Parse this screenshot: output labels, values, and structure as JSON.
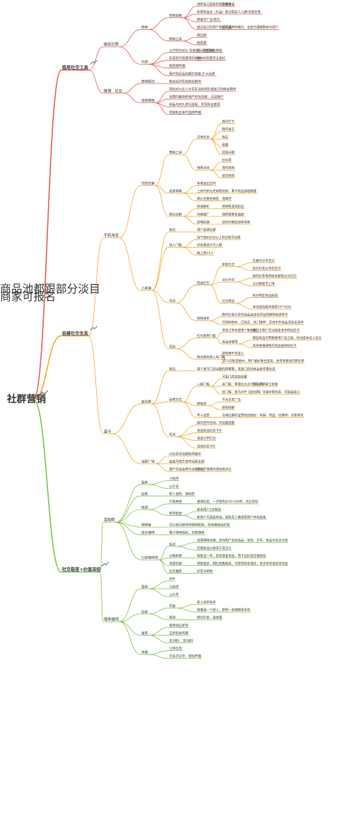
{
  "colors": {
    "root": "#222222",
    "social_tools": "#e8574f",
    "self_built": "#f5a623",
    "traffic": "#7cc244",
    "text": "#333333"
  },
  "root": "社群营销",
  "branches": [
    {
      "key": "social_tools",
      "label": "借用社交工具",
      "children": [
        {
          "label": "微信社群",
          "children": [
            {
              "label": "微商",
              "children": [
                {
                  "label": "营销策略",
                  "children": [
                    {
                      "label": "培养自己固定的用户群体",
                      "children": [
                        {
                          "label": "朋友亲戚"
                        }
                      ]
                    },
                    {
                      "label": "利用利益点（礼品）吸引陌生人入群/添加好友"
                    },
                    {
                      "label": "携着式广告/软文"
                    },
                    {
                      "label": "通过自己的用户发展代理",
                      "children": [
                        {
                          "label": "既是品牌传播方，也是代理销售商与用户"
                        }
                      ]
                    }
                  ]
                },
                {
                  "label": "营销工具",
                  "children": [
                    {
                      "label": "微信群"
                    },
                    {
                      "label": "朋友圈"
                    }
                  ]
                }
              ]
            },
            {
              "label": "代购",
              "children": [
                {
                  "label": "以代购为KOL 向朋友与亲戚辐射",
                  "children": [
                    {
                      "label": "有一定的信任基础"
                    }
                  ]
                },
                {
                  "label": "形成有代购需求的群体",
                  "children": [
                    {
                      "label": "有共同的需求与爱好"
                    }
                  ]
                },
                {
                  "label": "朋友圈传播"
                },
                {
                  "label": "用户购买后向群外发散 扩大社群"
                }
              ]
            }
          ]
        },
        {
          "label": "微博、社区",
          "children": [
            {
              "label": "营销模式",
              "children": [
                {
                  "label": "粉丝经济形成粉丝群体"
                }
              ]
            },
            {
              "label": "营销策略",
              "children": [
                {
                  "label": "网红KOL达人分享生活状态形成自己的粉丝群体"
                },
                {
                  "label": "经营内容培养用户的信任度、沉淀用户"
                },
                {
                  "label": "商品与KOL进行连接，实现商业变现"
                },
                {
                  "label": "借助粉丝进行品牌传播"
                }
              ]
            }
          ]
        }
      ]
    },
    {
      "key": "self_built",
      "label": "自建社交生态",
      "children": [
        {
          "label": "手机淘宝",
          "children": [
            {
              "label": "淘宝社群",
              "children": [
                {
                  "label": "营销工具",
                  "children": [
                    {
                      "label": "日常任务",
                      "children": [
                        {
                          "label": "群内打卡"
                        },
                        {
                          "label": "群内发言"
                        },
                        {
                          "label": "购买"
                        },
                        {
                          "label": "收藏"
                        },
                        {
                          "label": "回复问题"
                        }
                      ]
                    },
                    {
                      "label": "特殊活动",
                      "children": [
                        {
                          "label": "红包雨"
                        },
                        {
                          "label": "限时抢购"
                        },
                        {
                          "label": "提前抢购"
                        }
                      ]
                    }
                  ]
                },
                {
                  "label": "卖家策略",
                  "children": [
                    {
                      "label": "免费送出实时"
                    },
                    {
                      "label": "上新打折比老顾客抢购、累计新品基础销量"
                    },
                    {
                      "label": "降价优惠老顾客、清库存"
                    }
                  ]
                },
                {
                  "label": "微信社群",
                  "children": [
                    {
                      "label": "快速解析",
                      "children": [
                        {
                          "label": "把顾客变成粉丝"
                        }
                      ]
                    },
                    {
                      "label": "内容推广",
                      "children": [
                        {
                          "label": "培养顾客忠诚度"
                        }
                      ]
                    },
                    {
                      "label": "反哺店铺",
                      "children": [
                        {
                          "label": "返利分销拉动老带新"
                        }
                      ]
                    }
                  ]
                }
              ]
            },
            {
              "label": "小黑裙",
              "children": [
                {
                  "label": "定位",
                  "children": [
                    {
                      "label": "用户自建社群"
                    }
                  ]
                },
                {
                  "label": "准入门槛",
                  "children": [
                    {
                      "label": "淘气值600分以上的女性可创建"
                    },
                    {
                      "label": "好友邀请才可入群"
                    },
                    {
                      "label": "群上限15人"
                    }
                  ]
                },
                {
                  "label": "玩法",
                  "children": [
                    {
                      "label": "回血红包",
                      "children": [
                        {
                          "label": "获取方式",
                          "children": [
                            {
                              "label": "在群内分享宝贝"
                            },
                            {
                              "label": "购买好友分享的宝贝"
                            }
                          ]
                        },
                        {
                          "label": "瓜分方式",
                          "children": [
                            {
                              "label": "群内好友每周按贡献值瓜分红包"
                            },
                            {
                              "label": "瓜分额度无上限"
                            }
                          ]
                        },
                        {
                          "label": "红包用途",
                          "children": [
                            {
                              "label": "购买特定商品抵现",
                              "children": [
                                {
                                  "label": "商品池都跟部分淡目"
                                },
                                {
                                  "label": "商家可报名"
                                }
                              ]
                            },
                            {
                              "label": "单次提现最多使用10个红包"
                            }
                          ]
                        }
                      ]
                    },
                    {
                      "label": "购物清单",
                      "children": [
                        {
                          "label": "群内好友分享的商品会自动添加到群购物清单中"
                        },
                        {
                          "label": "可将购物车、已购买、热门推荐、足迹中的商品添加至清单"
                        }
                      ]
                    }
                  ]
                },
                {
                  "label": "风控",
                  "children": [
                    {
                      "label": "红包使用门槛",
                      "children": [
                        {
                          "label": "单笔订单有使用个数限制",
                          "children": [
                            {
                              "label": "相当于用户无法随意凑单和钻空子"
                            }
                          ]
                        },
                        {
                          "label": "商品池使用",
                          "children": [
                            {
                              "label": "哪些商品可用哪要用户自己挑，时间成本投入较大"
                            },
                            {
                              "label": "具有硬通满性的商品被排除在外"
                            }
                          ]
                        }
                      ]
                    },
                    {
                      "label": "群创建和进入有门槛",
                      "children": [
                        {
                          "label": "避免乘牛党混入"
                        },
                        {
                          "label": "15人的私密群中，用户偏好重合度高，会带来更高的转化率"
                        }
                      ]
                    }
                  ]
                }
              ]
            }
          ]
        },
        {
          "label": "盒马",
          "children": [
            {
              "label": "盒社群",
              "children": [
                {
                  "label": "定位",
                  "children": [
                    {
                      "label": "每个盒马门店设置的顾客群，发送门店的商品和优惠信息"
                    }
                  ]
                },
                {
                  "label": "运营方式",
                  "children": [
                    {
                      "label": "入群门槛",
                      "children": [
                        {
                          "label": "可由门店自由设置"
                        },
                        {
                          "label": "高门槛：管理员允许才可入群",
                          "children": [
                            {
                              "label": "适用于群建立初期"
                            }
                          ]
                        },
                        {
                          "label": "低门槛：盒马APP【盒社群】中展示群信息，可自由加入"
                        }
                      ]
                    },
                    {
                      "label": "群规则",
                      "children": [
                        {
                          "label": "不允许发广告"
                        },
                        {
                          "label": "原则闲聊"
                        }
                      ]
                    },
                    {
                      "label": "专人运营",
                      "children": [
                        {
                          "label": "与微信群的运营经验相似：早报、新品、优惠券、买家秀等"
                        }
                      ]
                    }
                  ]
                },
                {
                  "label": "玩法",
                  "children": [
                    {
                      "label": "群内定时活动、可设置提醒"
                    },
                    {
                      "label": "发送商品信息卡片"
                    },
                    {
                      "label": "发送订单红包"
                    },
                    {
                      "label": "活动信息卡片"
                    }
                  ]
                }
              ]
            },
            {
              "label": "话题广场",
              "children": [
                {
                  "label": "以信息流话题板块展示"
                },
                {
                  "label": "由盒马官方发布话题主题"
                },
                {
                  "label": "用户可自由参与话题讨论",
                  "children": [
                    {
                      "label": "类似于微博的发帖和评论"
                    }
                  ]
                }
              ]
            }
          ]
        }
      ]
    },
    {
      "key": "traffic",
      "label": "社交裂变+价值深挖",
      "children": [
        {
          "label": "连咖啡",
          "children": [
            {
              "label": "载体",
              "children": [
                {
                  "label": "小程序"
                },
                {
                  "label": "公众号"
                }
              ]
            },
            {
              "label": "拉新",
              "children": [
                {
                  "label": "新人福利：咖啡券"
                }
              ]
            },
            {
              "label": "拼团",
              "children": [
                {
                  "label": "万能拼团",
                  "children": [
                    {
                      "label": "邀请好友，一次性购买30-100杯，优价折扣"
                    }
                  ]
                },
                {
                  "label": "老带新团",
                  "children": [
                    {
                      "label": "新老用户1元拼团"
                    },
                    {
                      "label": "新用户可直接参团，避免无人邀请而用户体验变差"
                    }
                  ]
                }
              ]
            },
            {
              "label": "咖啡库",
              "children": [
                {
                  "label": "可以将已获得的咖啡暂存，支持赠送给好友"
                }
              ]
            },
            {
              "label": "成长咖啡",
              "children": [
                {
                  "label": "累计咖啡福利，兑换咖啡"
                }
              ]
            },
            {
              "label": "口袋咖啡馆",
              "children": [
                {
                  "label": "玩法",
                  "children": [
                    {
                      "label": "自建咖啡店铺，支持用户自选选品、装饰、分享、收益与店主分成"
                    },
                    {
                      "label": "店铺商品价格等于官方价"
                    }
                  ]
                },
                {
                  "label": "分销机制",
                  "children": [
                    {
                      "label": "每售出一单，获得基金奖励，用于自好友店铺抵现"
                    }
                  ]
                },
                {
                  "label": "等级奖励",
                  "children": [
                    {
                      "label": "销售越多，网红指数越高，可获得排名靠前、更多装饰道具等奖励"
                    }
                  ]
                },
                {
                  "label": "社交推荐",
                  "children": [
                    {
                      "label": "好友页邮榜"
                    }
                  ]
                }
              ]
            }
          ]
        },
        {
          "label": "瑞幸咖啡",
          "children": [
            {
              "label": "载体",
              "children": [
                {
                  "label": "APP"
                },
                {
                  "label": "小程序"
                },
                {
                  "label": "公众号"
                }
              ]
            },
            {
              "label": "拉新",
              "children": [
                {
                  "label": "奖励",
                  "children": [
                    {
                      "label": "新人首单免单"
                    },
                    {
                      "label": "每邀请一个新人，获得一张咖啡免单券"
                    }
                  ]
                },
                {
                  "label": "渠道",
                  "children": [
                    {
                      "label": "微信好友、朋友圈"
                    }
                  ]
                }
              ]
            },
            {
              "label": "复购",
              "children": [
                {
                  "label": "每周领五折券"
                },
                {
                  "label": "五折轻食风暴"
                },
                {
                  "label": "充2赠1、充5赠5"
                }
              ]
            },
            {
              "label": "传播",
              "children": [
                {
                  "label": "订单红包"
                },
                {
                  "label": "可多次分享，增加传播"
                }
              ]
            }
          ]
        }
      ]
    }
  ]
}
